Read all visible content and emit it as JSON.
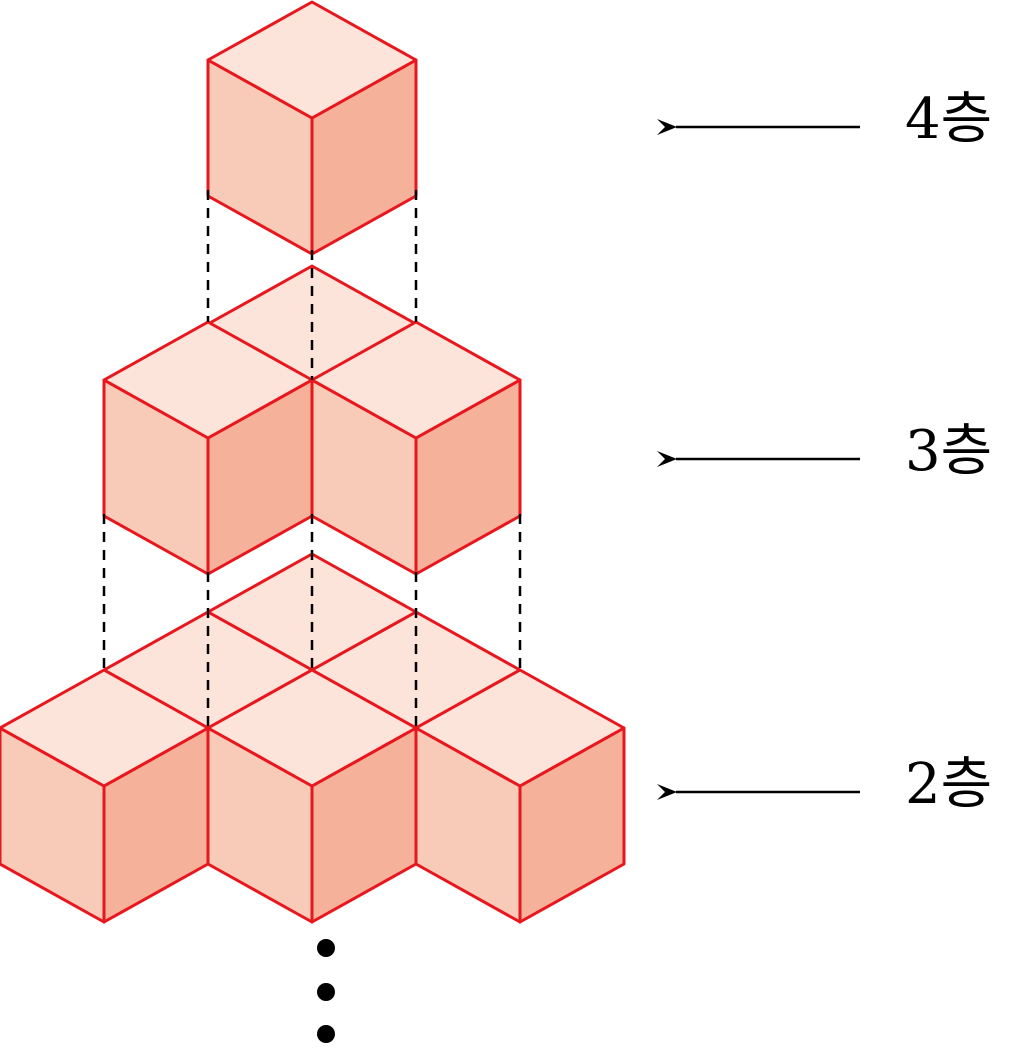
{
  "colors": {
    "edge": "#e8171d",
    "top_face": "#fce4da",
    "left_face": "#f8cbb8",
    "right_face": "#f5b199",
    "guide": "#000000",
    "text": "#000000"
  },
  "layers": [
    {
      "label": "4층",
      "cube_count": 1
    },
    {
      "label": "3층",
      "cube_count": 3
    },
    {
      "label": "2층",
      "cube_count": 6
    }
  ],
  "continuation": "⋮"
}
